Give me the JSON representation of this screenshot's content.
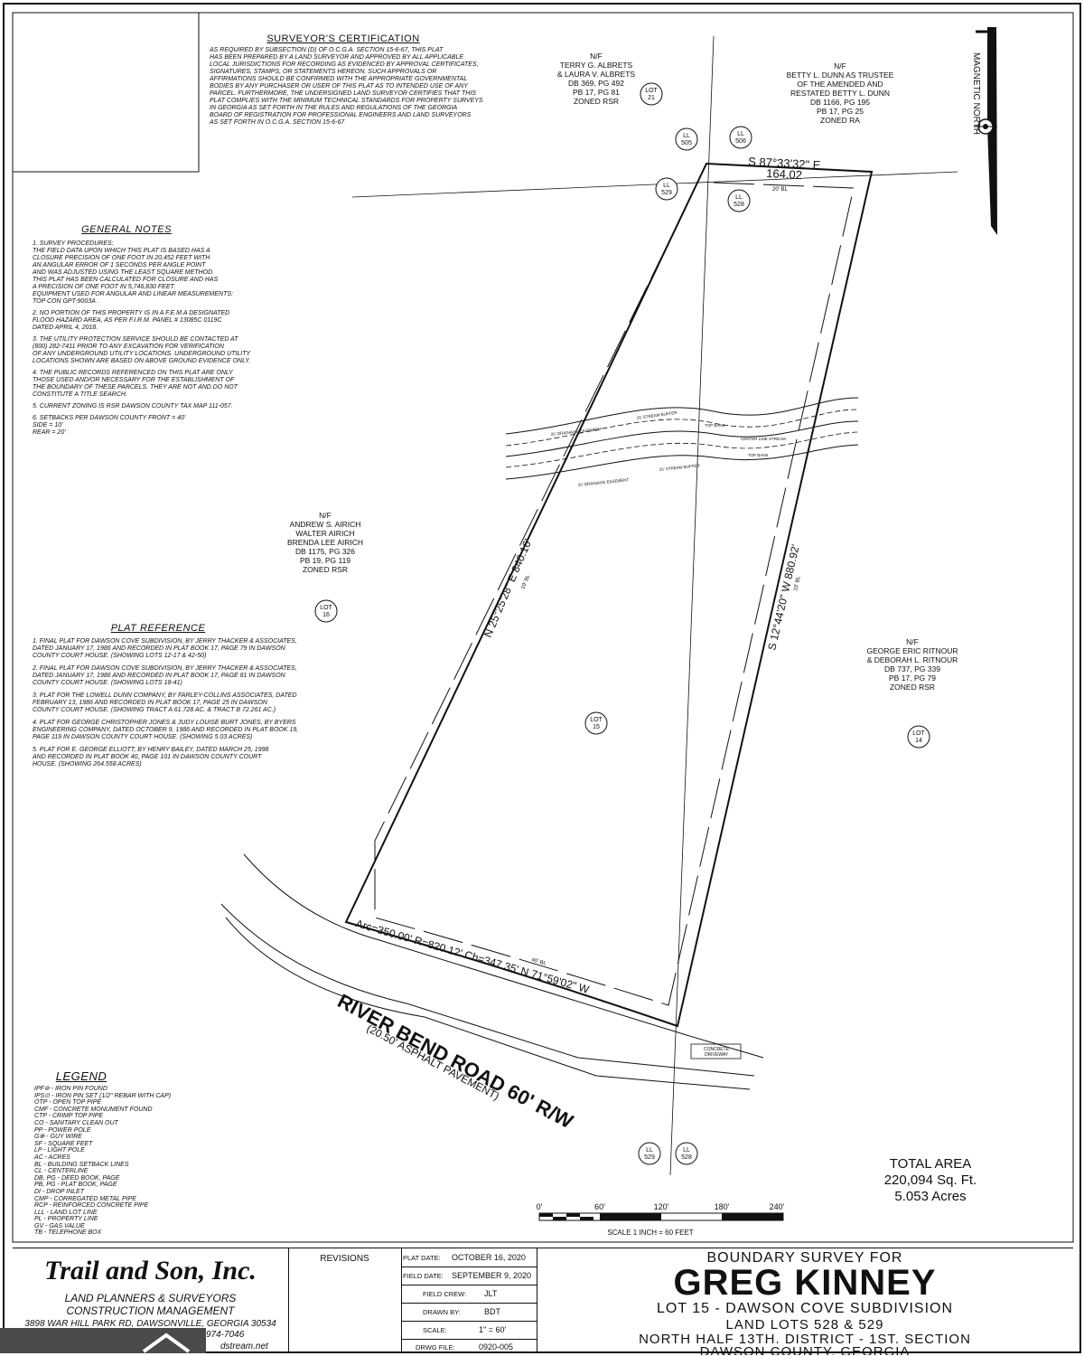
{
  "surveyor_cert": {
    "heading": "SURVEYOR'S CERTIFICATION",
    "body": "AS REQUIRED BY SUBSECTION (d) OF O.C.G.A. SECTION 15-6-67, THIS PLAT\nHAS BEEN PREPARED BY A LAND SURVEYOR AND APPROVED BY ALL APPLICABLE\nLOCAL JURISDICTIONS FOR RECORDING AS EVIDENCED BY APPROVAL CERTIFICATES,\nSIGNATURES, STAMPS, OR STATEMENTS HEREON. SUCH APPROVALS OR\nAFFIRMATIONS SHOULD BE CONFIRMED WITH THE APPROPRIATE GOVERNMENTAL\nBODIES BY ANY PURCHASER OR USER OF THIS PLAT AS TO INTENDED USE OF ANY\nPARCEL. FURTHERMORE, THE UNDERSIGNED LAND SURVEYOR CERTIFIES THAT THIS\nPLAT COMPLIES WITH THE MINIMUM TECHNICAL STANDARDS FOR PROPERTY SURVEYS\nIN GEORGIA AS SET FORTH IN THE RULES AND REGULATIONS OF THE GEORGIA\nBOARD OF REGISTRATION FOR PROFESSIONAL ENGINEERS AND LAND SURVEYORS\nAS SET FORTH IN O.C.G.A. SECTION 15-6-67"
  },
  "general_notes": {
    "heading": "GENERAL NOTES",
    "items": [
      "1. SURVEY PROCEDURES:\n   THE FIELD DATA UPON WHICH THIS PLAT IS BASED HAS A\n   CLOSURE PRECISION OF ONE FOOT IN 20,452 FEET WITH\n   AN ANGULAR ERROR OF 1 SECONDS PER ANGLE POINT\n   AND WAS ADJUSTED USING THE LEAST SQUARE METHOD.\n   THIS PLAT HAS BEEN CALCULATED FOR CLOSURE AND HAS\n   A PRECISION OF ONE FOOT IN 5,746,830 FEET.\n   EQUIPMENT USED FOR ANGULAR AND LINEAR MEASUREMENTS:\n   TOP CON GPT-9003A .",
      "2. NO PORTION OF THIS PROPERTY IS IN A F.E.M.A DESIGNATED\n   FLOOD HAZARD AREA, AS PER F.I.R.M. PANEL # 13085C 0119C\n   DATED APRIL 4, 2018.",
      "3. THE UTILITY PROTECTION SERVICE SHOULD BE CONTACTED AT\n   (800) 282-7411 PRIOR TO ANY EXCAVATION FOR VERIFICATION\n   OF ANY UNDERGROUND UTILITY LOCATIONS. UNDERGROUND UTILITY\n   LOCATIONS SHOWN ARE BASED ON ABOVE GROUND EVIDENCE ONLY.",
      "4. THE PUBLIC RECORDS REFERENCED ON THIS PLAT ARE ONLY\n   THOSE USED AND/OR NECESSARY FOR THE ESTABLISHMENT OF\n   THE BOUNDARY OF THESE PARCELS. THEY ARE NOT AND DO NOT\n   CONSTITUTE A TITLE SEARCH.",
      "5. CURRENT ZONING IS RSR DAWSON COUNTY TAX MAP 111-057.",
      "6. SETBACKS PER DAWSON COUNTY   FRONT = 40'\n                                 SIDE  = 10'\n                                 REAR  = 20'"
    ]
  },
  "plat_reference": {
    "heading": "PLAT REFERENCE",
    "items": [
      "1. FINAL PLAT FOR DAWSON COVE SUBDIVISION, BY JERRY THACKER & ASSOCIATES,\n   DATED JANUARY 17, 1986 AND RECORDED IN PLAT BOOK 17, PAGE 79 IN DAWSON\n   COUNTY COURT HOUSE. (SHOWING LOTS 12-17 & 42-50)",
      "2. FINAL PLAT FOR DAWSON COVE SUBDIVISION, BY JERRY THACKER & ASSOCIATES,\n   DATED JANUARY 17, 1986 AND RECORDED IN PLAT BOOK 17, PAGE 81 IN DAWSON\n   COUNTY COURT HOUSE. (SHOWING LOTS 18-41)",
      "3. PLAT FOR THE LOWELL DUNN COMPANY, BY FARLEY-COLLINS ASSOCIATES, DATED\n   FEBRUARY 13, 1986 AND RECORDED IN PLAT BOOK 17, PAGE 25 IN DAWSON\n   COUNTY COURT HOUSE. (SHOWING TRACT A 61.728 AC. & TRACT B 72.261 AC.)",
      "4. PLAT FOR GEORGE CHRISTOPHER JONES & JUDY LOUISE BURT JONES, BY BYERS\n   ENGINEERING COMPANY, DATED OCTOBER 9, 1986 AND RECORDED IN PLAT BOOK 19,\n   PAGE 119 IN DAWSON COUNTY COURT HOUSE. (SHOWING 5.03 ACRES)",
      "5. PLAT FOR E. GEORGE ELLIOTT, BY HENRY BAILEY, DATED MARCH 25, 1998\n   AND RECORDED IN PLAT BOOK 40, PAGE 101 IN DAWSON COUNTY COURT\n   HOUSE. (SHOWING 264.558 ACRES)"
    ]
  },
  "adjoiners": {
    "albrets": "N/F\nTERRY G. ALBRETS\n& LAURA V. ALBRETS\nDB 369, PG 492\nPB 17, PG 81\nZONED RSR",
    "dunn": "N/F\nBETTY L. DUNN AS TRUSTEE\nOF THE AMENDED AND\nRESTATED BETTY L. DUNN\nDB 1166, PG 195\nPB 17, PG 25\nZONED RA",
    "airich": "N/F\nANDREW S. AIRICH\nWALTER AIRICH\nBRENDA LEE AIRICH\nDB 1175, PG 326\nPB 19, PG 119\nZONED RSR",
    "ritnour": "N/F\nGEORGE ERIC RITNOUR\n& DEBORAH L. RITNOUR\nDB 737, PG 339\nPB 17, PG 79\nZONED RSR"
  },
  "bubbles": {
    "lot21": "LOT\n21",
    "ll505": "LL\n505",
    "ll506": "LL\n506",
    "ll529a": "LL\n529",
    "ll528a": "LL\n528",
    "lot16": "LOT\n16",
    "lot15": "LOT\n15",
    "lot14": "LOT\n14",
    "ll529b": "LL\n529",
    "ll528b": "LL\n528"
  },
  "calls": {
    "north": "S 87°33'32\" E",
    "north_dist": "164.02",
    "west": "N 25°25'28\" E  840.16'",
    "east": "S 12°44'20\" W  880.92'",
    "curve": "Arc=350.00'  R=820.12'  Ch=347.35'  N 71°59'02\"  W"
  },
  "setback_labels": {
    "rear": "20' BL",
    "front": "40' BL",
    "side": "10' BL"
  },
  "stream_labels": {
    "buffer_n": "25' STREAM BUFFER",
    "top_bank_n": "TOP BANK",
    "center": "CENTER LINE STREAM",
    "top_bank_s": "TOP BANK",
    "buffer_s": "25' STREAM BUFFER",
    "drain_n": "25' DRAINAGE EASEMENT",
    "drain_s": "25' DRAINAGE EASEMENT"
  },
  "road": {
    "name": "RIVER BEND ROAD 60' R/W",
    "pavement": "(20.50' ASPHALT PAVEMENT)",
    "driveway": "CONCRETE\nDRIVEWAY"
  },
  "north_arrow": {
    "label": "MAGNETIC    NORTH"
  },
  "legend": {
    "heading": "LEGEND",
    "items": [
      "IPF⊚ -  IRON PIN FOUND",
      "IPS⊙ -  IRON PIN SET (1/2\" REBAR WITH CAP)",
      "OTP -  OPEN TOP PIPE",
      "CMF -  CONCRETE MONUMENT FOUND",
      "CTP -  CRIMP TOP PIPE",
      "CO -  SANITARY CLEAN OUT",
      "PP -  POWER POLE",
      "G⊕ -  GUY WIRE",
      "SF -  SQUARE FEET",
      "LP -  LIGHT POLE",
      "AC -  ACRES",
      "BL -  BUILDING SETBACK LINES",
      "CL -  CENTERLINE",
      "DB, PG -  DEED BOOK, PAGE",
      "PB, PG -  PLAT BOOK, PAGE",
      "DI -  DROP INLET",
      "CMP -  CORREGATED METAL PIPE",
      "RCP -  REINFORCED CONCRETE PIPE",
      "LLL -  LAND LOT LINE",
      "PL -  PROPERTY LINE",
      "GV -  GAS VALUE",
      "TB -  TELEPHONE BOX"
    ]
  },
  "area": {
    "title": "TOTAL AREA",
    "sqft": "220,094 Sq. Ft.",
    "acres": "5.053 Acres"
  },
  "scale_bar": {
    "ticks": [
      "0'",
      "60'",
      "120'",
      "180'",
      "240'"
    ],
    "caption": "SCALE   1 INCH = 60 FEET"
  },
  "title_block": {
    "firm": "Trail and Son, Inc.",
    "firm_lines": [
      "LAND PLANNERS & SURVEYORS",
      "CONSTRUCTION MANAGEMENT"
    ],
    "address": "3898 WAR HILL PARK RD, DAWSONVILLE, GEORGIA 30534",
    "phone_fragment": "974-7046",
    "web_fragment": "dstream.net",
    "revisions": "REVISIONS",
    "rows": [
      {
        "label": "PLAT DATE:",
        "value": "OCTOBER 16, 2020"
      },
      {
        "label": "FIELD DATE:",
        "value": "SEPTEMBER 9, 2020"
      },
      {
        "label": "FIELD CREW:",
        "value": "JLT"
      },
      {
        "label": "DRAWN BY:",
        "value": "BDT"
      },
      {
        "label": "SCALE:",
        "value": "1\" = 60'"
      },
      {
        "label": "DRWG FILE:",
        "value": "0920-005"
      }
    ],
    "survey_for": "BOUNDARY SURVEY FOR",
    "client": "GREG KINNEY",
    "lot_line": "LOT 15  -  DAWSON COVE SUBDIVISION",
    "land_lots": "LAND LOTS 528 & 529",
    "district": "NORTH HALF 13TH. DISTRICT  -  1ST. SECTION",
    "county": "DAWSON COUNTY, GEORGIA"
  }
}
